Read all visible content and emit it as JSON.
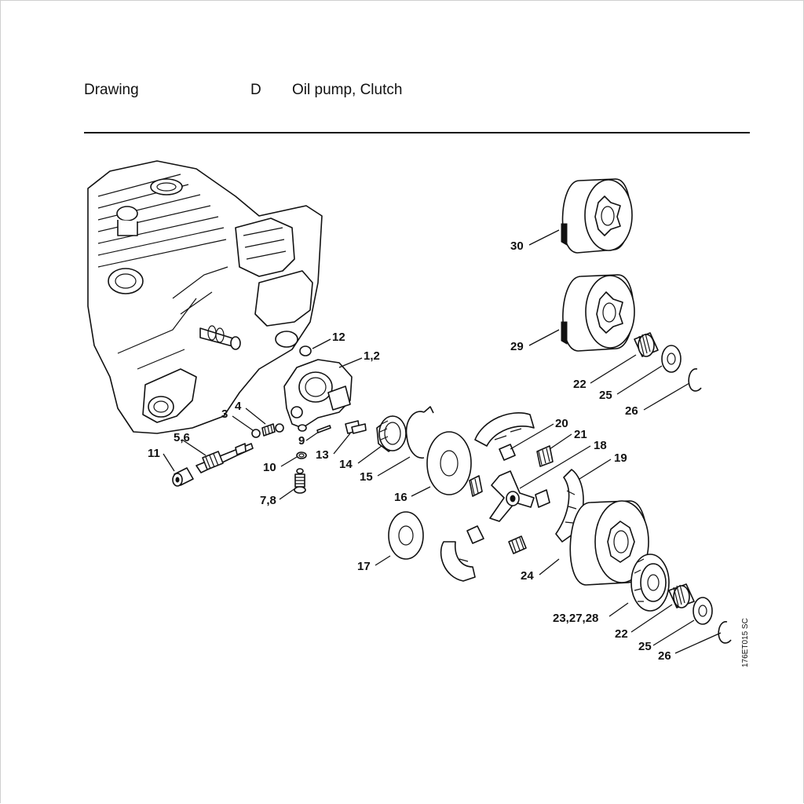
{
  "header": {
    "label": "Drawing",
    "letter": "D",
    "title": "Oil pump, Clutch"
  },
  "figure_ref": "176ET015 SC",
  "callouts": [
    "30",
    "29",
    "22",
    "25",
    "26",
    "12",
    "1,2",
    "3",
    "4",
    "5,6",
    "11",
    "9",
    "10",
    "7,8",
    "13",
    "14",
    "15",
    "16",
    "20",
    "21",
    "18",
    "19",
    "17",
    "24",
    "23,27,28",
    "22",
    "25",
    "26"
  ]
}
